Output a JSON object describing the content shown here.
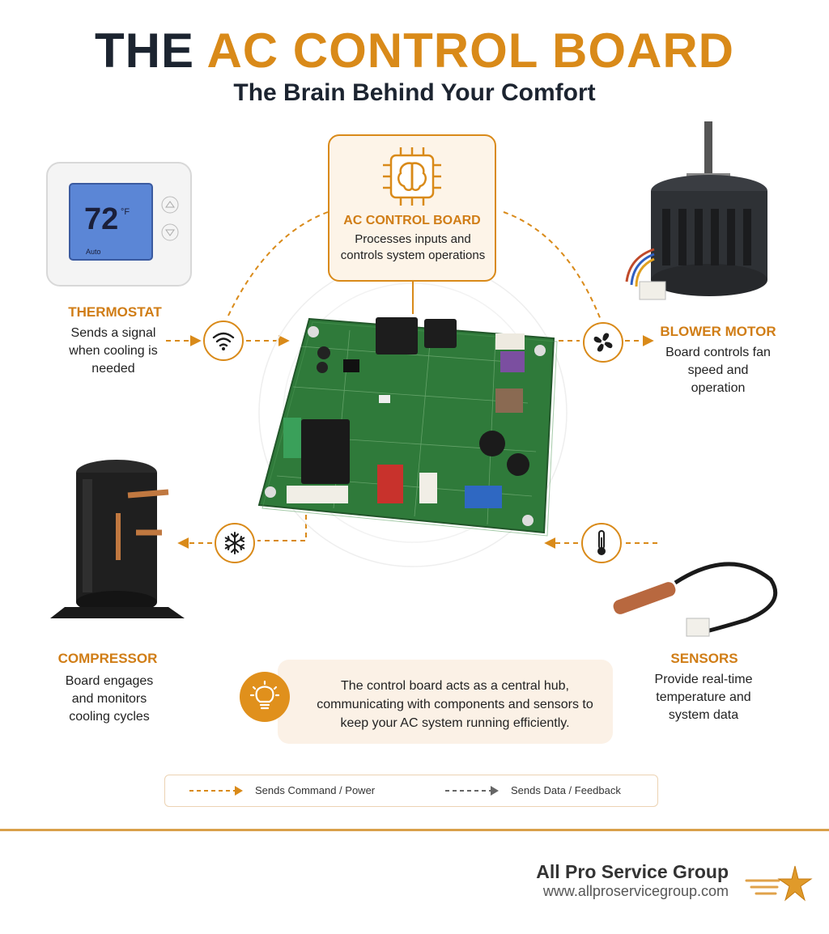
{
  "header": {
    "title_part1": "THE",
    "title_part2": "AC CONTROL BOARD",
    "subtitle": "The Brain Behind Your Comfort"
  },
  "center": {
    "title": "AC CONTROL BOARD",
    "description": "Processes inputs and controls system operations"
  },
  "components": {
    "thermostat": {
      "title": "THERMOSTAT",
      "description": "Sends a signal when cooling is needed",
      "display_temp": "72",
      "display_unit": "°F",
      "display_mode": "Auto"
    },
    "blower_motor": {
      "title": "BLOWER MOTOR",
      "description": "Board controls fan speed and operation"
    },
    "compressor": {
      "title": "COMPRESSOR",
      "description": "Board engages and monitors cooling cycles"
    },
    "sensors": {
      "title": "SENSORS",
      "description": "Provide real-time temperature and system data"
    }
  },
  "info": {
    "text": "The control board acts as a central hub, communicating with components and sensors to keep your AC system running efficiently."
  },
  "legend": {
    "command": "Sends Command / Power",
    "data": "Sends Data / Feedback"
  },
  "footer": {
    "brand": "All Pro Service Group",
    "url": "www.allproservicegroup.com"
  },
  "colors": {
    "accent": "#d98a19",
    "dark": "#1c2430",
    "board_green": "#2f7a3a"
  },
  "icons": [
    "wifi-icon",
    "fan-icon",
    "snowflake-icon",
    "thermometer-icon",
    "brain-chip-icon",
    "lightbulb-icon",
    "star-logo-icon"
  ]
}
